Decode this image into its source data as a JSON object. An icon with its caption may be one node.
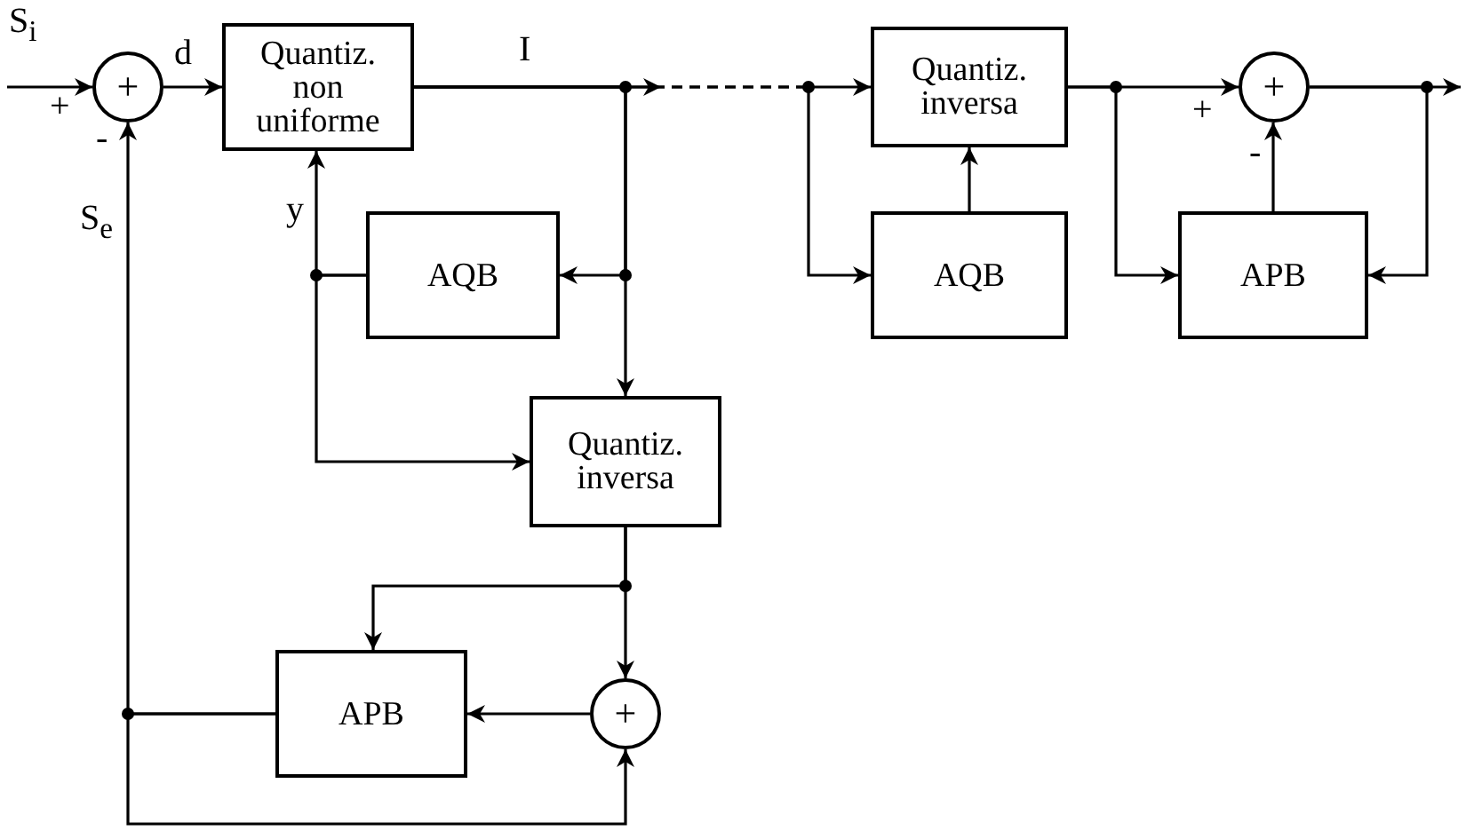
{
  "diagram": {
    "nodes": [
      {
        "text": [
          "+"
        ]
      },
      {
        "text": [
          "Quantiz. non uniforme"
        ]
      },
      {
        "text": [
          "AQB"
        ]
      },
      {
        "text": [
          "Quantiz. inversa"
        ]
      },
      {
        "text": [
          "APB"
        ]
      },
      {
        "text": [
          "+"
        ]
      },
      {
        "text": [
          "Quantiz. inversa"
        ]
      },
      {
        "text": [
          "AQB"
        ]
      },
      {
        "text": [
          "+"
        ]
      },
      {
        "text": [
          "APB"
        ]
      }
    ],
    "edges": [
      {
        "from": null,
        "to": 0,
        "arrow": "to"
      },
      {
        "from": 0,
        "to": 1,
        "arrow": "to"
      },
      {
        "from": 1,
        "to": 6,
        "arrow": "to",
        "style": "dashed"
      },
      {
        "from": 1,
        "to": 2,
        "arrow": "to"
      },
      {
        "from": 1,
        "to": 3,
        "arrow": "to"
      },
      {
        "from": 2,
        "to": 1,
        "arrow": "to"
      },
      {
        "from": 2,
        "to": 3,
        "arrow": "to"
      },
      {
        "from": 3,
        "to": 4,
        "arrow": "to"
      },
      {
        "from": 3,
        "to": 5,
        "arrow": "to"
      },
      {
        "from": 5,
        "to": 4,
        "arrow": "to"
      },
      {
        "from": 4,
        "to": 0,
        "arrow": "to"
      },
      {
        "from": 4,
        "to": 5,
        "arrow": "to"
      },
      {
        "from": 1,
        "to": 7,
        "arrow": "to",
        "style": "dashed"
      },
      {
        "from": 7,
        "to": 6,
        "arrow": "to"
      },
      {
        "from": 6,
        "to": 8,
        "arrow": "to"
      },
      {
        "from": 6,
        "to": 9,
        "arrow": "to"
      },
      {
        "from": 9,
        "to": 8,
        "arrow": "to"
      },
      {
        "from": 8,
        "to": null,
        "arrow": "to"
      },
      {
        "from": 8,
        "to": 9,
        "arrow": "to"
      }
    ],
    "labels": [
      "S$_{i}$",
      "d",
      "I",
      "+",
      "-",
      "y",
      "S$_{e}$",
      "+",
      "-"
    ]
  }
}
